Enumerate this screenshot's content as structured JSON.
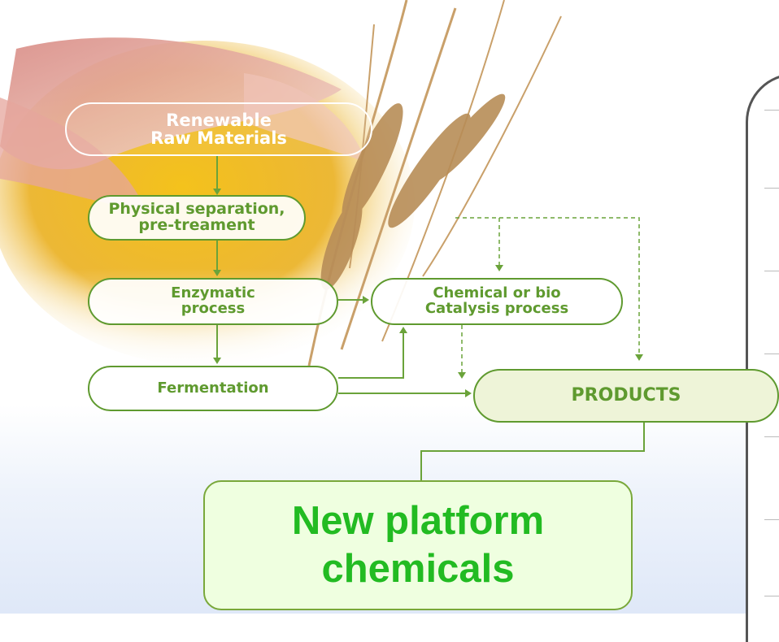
{
  "nodes": {
    "raw_materials": "Renewable\nRaw Materials",
    "separation": "Physical separation,\npre-treament",
    "enzymatic": "Enzymatic\nprocess",
    "catalysis": "Chemical or bio\nCatalysis process",
    "fermentation": "Fermentation",
    "products": "PRODUCTS"
  },
  "callout": "New platform\nchemicals",
  "colors": {
    "diagram_green": "#5f9a2f",
    "callout_text": "#22bb22",
    "callout_fill": "#efffe0",
    "products_fill": "#eef4d8"
  }
}
